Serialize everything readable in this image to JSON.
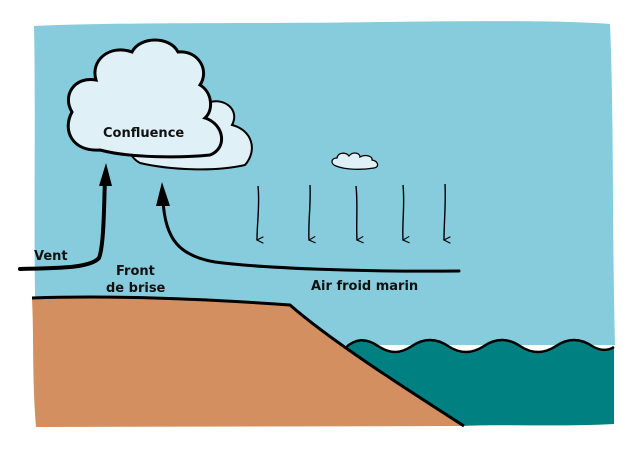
{
  "labels": {
    "confluence": "Confluence",
    "vent": "Vent",
    "front_line1": "Front",
    "front_line2": "de brise",
    "air_froid": "Air froid marin"
  },
  "colors": {
    "sky": "#87ccdd",
    "cloud_fill": "#dff0f7",
    "land": "#d38f5f",
    "sea": "#008080",
    "stroke": "#000000"
  },
  "icons": {
    "main_cloud": "cumulus-cloud-icon",
    "small_cloud": "small-cloud-icon"
  }
}
